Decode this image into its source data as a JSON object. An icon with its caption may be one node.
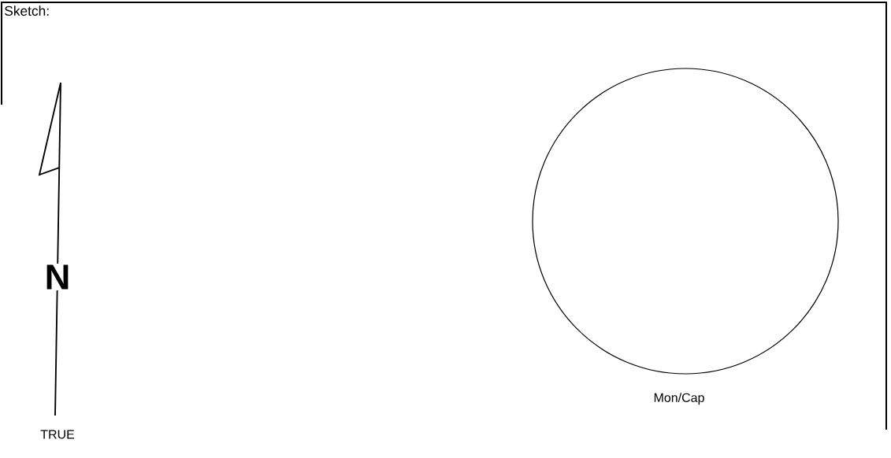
{
  "diagram": {
    "title": "Sketch:",
    "nodes": [
      {
        "text": [],
        "shape": "circle",
        "beside": [
          "Mon/Cap"
        ]
      }
    ],
    "labels": [
      "N",
      "TRUE"
    ]
  }
}
